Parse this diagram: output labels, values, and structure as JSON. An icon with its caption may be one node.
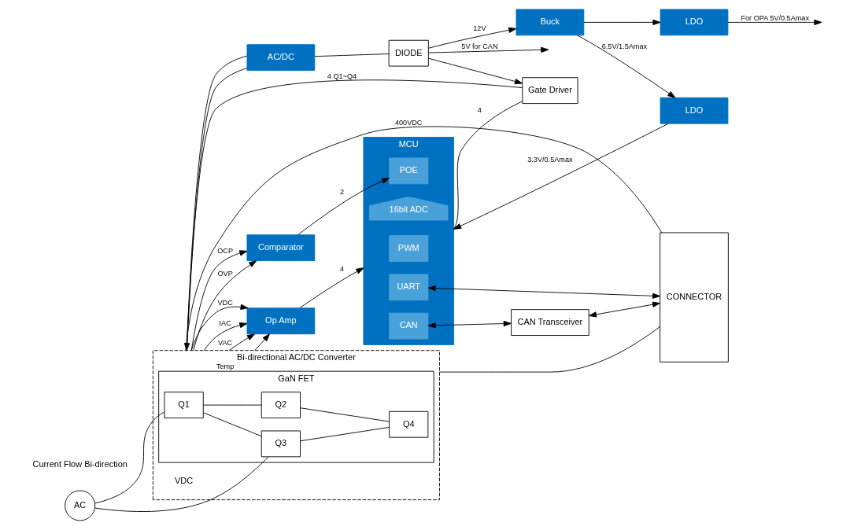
{
  "diagram": {
    "nodes": [
      {
        "text": [
          "Bi-directional AC/DC Converter"
        ]
      },
      {
        "text": [
          "GaN FET"
        ],
        "in": 0
      },
      {
        "text": [
          "Q1"
        ],
        "in": 1
      },
      {
        "text": [
          "Q2"
        ],
        "in": 1
      },
      {
        "text": [
          "Q3"
        ],
        "in": 1
      },
      {
        "text": [
          "Q4"
        ],
        "in": 1
      },
      {
        "text": [
          "AC"
        ]
      },
      {
        "text": [
          "Op Amp"
        ]
      },
      {
        "text": [
          "Comparator"
        ]
      },
      {
        "text": [
          "Gate Driver"
        ]
      },
      {
        "text": [
          "AC/DC"
        ]
      },
      {
        "text": [
          "DIODE"
        ]
      },
      {
        "text": [
          "Buck"
        ]
      },
      {
        "text": [
          "LDO"
        ]
      },
      {
        "text": [
          "LDO"
        ]
      },
      {
        "text": [
          "MCU"
        ]
      },
      {
        "text": [
          "PWM"
        ],
        "in": 15
      },
      {
        "text": [
          "16bit ADC"
        ],
        "in": 15
      },
      {
        "text": [
          "POE"
        ],
        "in": 15
      },
      {
        "text": [
          "UART"
        ],
        "in": 15
      },
      {
        "text": [
          "CAN"
        ],
        "in": 15
      },
      {
        "text": [
          "CAN Transceiver"
        ]
      },
      {
        "text": [
          "CONNECTOR"
        ]
      }
    ],
    "edges": [
      {
        "from": 6,
        "to": 2,
        "arrow": "none"
      },
      {
        "from": 6,
        "to": 4,
        "arrow": "none"
      },
      {
        "from": 2,
        "to": 3,
        "arrow": "none"
      },
      {
        "from": 4,
        "to": 5,
        "arrow": "none"
      },
      {
        "from": 2,
        "to": 4,
        "arrow": "none"
      },
      {
        "from": 3,
        "to": 5,
        "arrow": "none"
      },
      {
        "from": 0,
        "to": 22,
        "arrow": "none"
      },
      {
        "from": 0,
        "to": 22,
        "label": "400VDC",
        "arrow": "none"
      },
      {
        "from": 0,
        "to": 8,
        "label": "OVP",
        "arrow": "to"
      },
      {
        "from": 0,
        "to": 8,
        "label": "OCP",
        "arrow": "to"
      },
      {
        "from": 0,
        "to": 7,
        "label": "VAC",
        "arrow": "to"
      },
      {
        "from": 0,
        "to": 7,
        "label": "Temp",
        "arrow": "to"
      },
      {
        "from": 0,
        "to": 7,
        "label": "VDC",
        "arrow": "to"
      },
      {
        "from": 0,
        "to": 7,
        "label": "IAC",
        "arrow": "to"
      },
      {
        "from": 0,
        "to": 10,
        "arrow": "none"
      },
      {
        "from": 0,
        "to": 10,
        "arrow": "none"
      },
      {
        "from": 9,
        "to": 0,
        "label": "4 Q1~Q4",
        "arrow": "to"
      },
      {
        "from": 15,
        "to": 9,
        "label": "4",
        "arrow": "none"
      },
      {
        "from": 7,
        "to": 15,
        "label": "4",
        "arrow": "to"
      },
      {
        "from": 8,
        "to": 18,
        "label": "2",
        "arrow": "to"
      },
      {
        "from": 10,
        "to": 11,
        "arrow": "none"
      },
      {
        "from": 11,
        "to": 9,
        "arrow": "to"
      },
      {
        "from": 11,
        "to": 12,
        "label": "12V",
        "arrow": "to"
      },
      {
        "from": 11,
        "to": null,
        "label": "5V for CAN",
        "arrow": "to"
      },
      {
        "from": 12,
        "to": 13,
        "label": "6.5V/1.5Amax",
        "arrow": "to"
      },
      {
        "from": 12,
        "to": 14,
        "arrow": "to"
      },
      {
        "from": 13,
        "to": 15,
        "label": "3.3V/0.5Amax",
        "arrow": "to"
      },
      {
        "from": 14,
        "to": null,
        "label": "For OPA 5V/0.5Amax",
        "arrow": "to"
      },
      {
        "from": 19,
        "to": 22,
        "arrow": "both"
      },
      {
        "from": 20,
        "to": 21,
        "arrow": "both"
      },
      {
        "from": 21,
        "to": 22,
        "arrow": "both"
      }
    ],
    "labels": [
      "Current Flow Bi-direction",
      "VDC"
    ]
  }
}
